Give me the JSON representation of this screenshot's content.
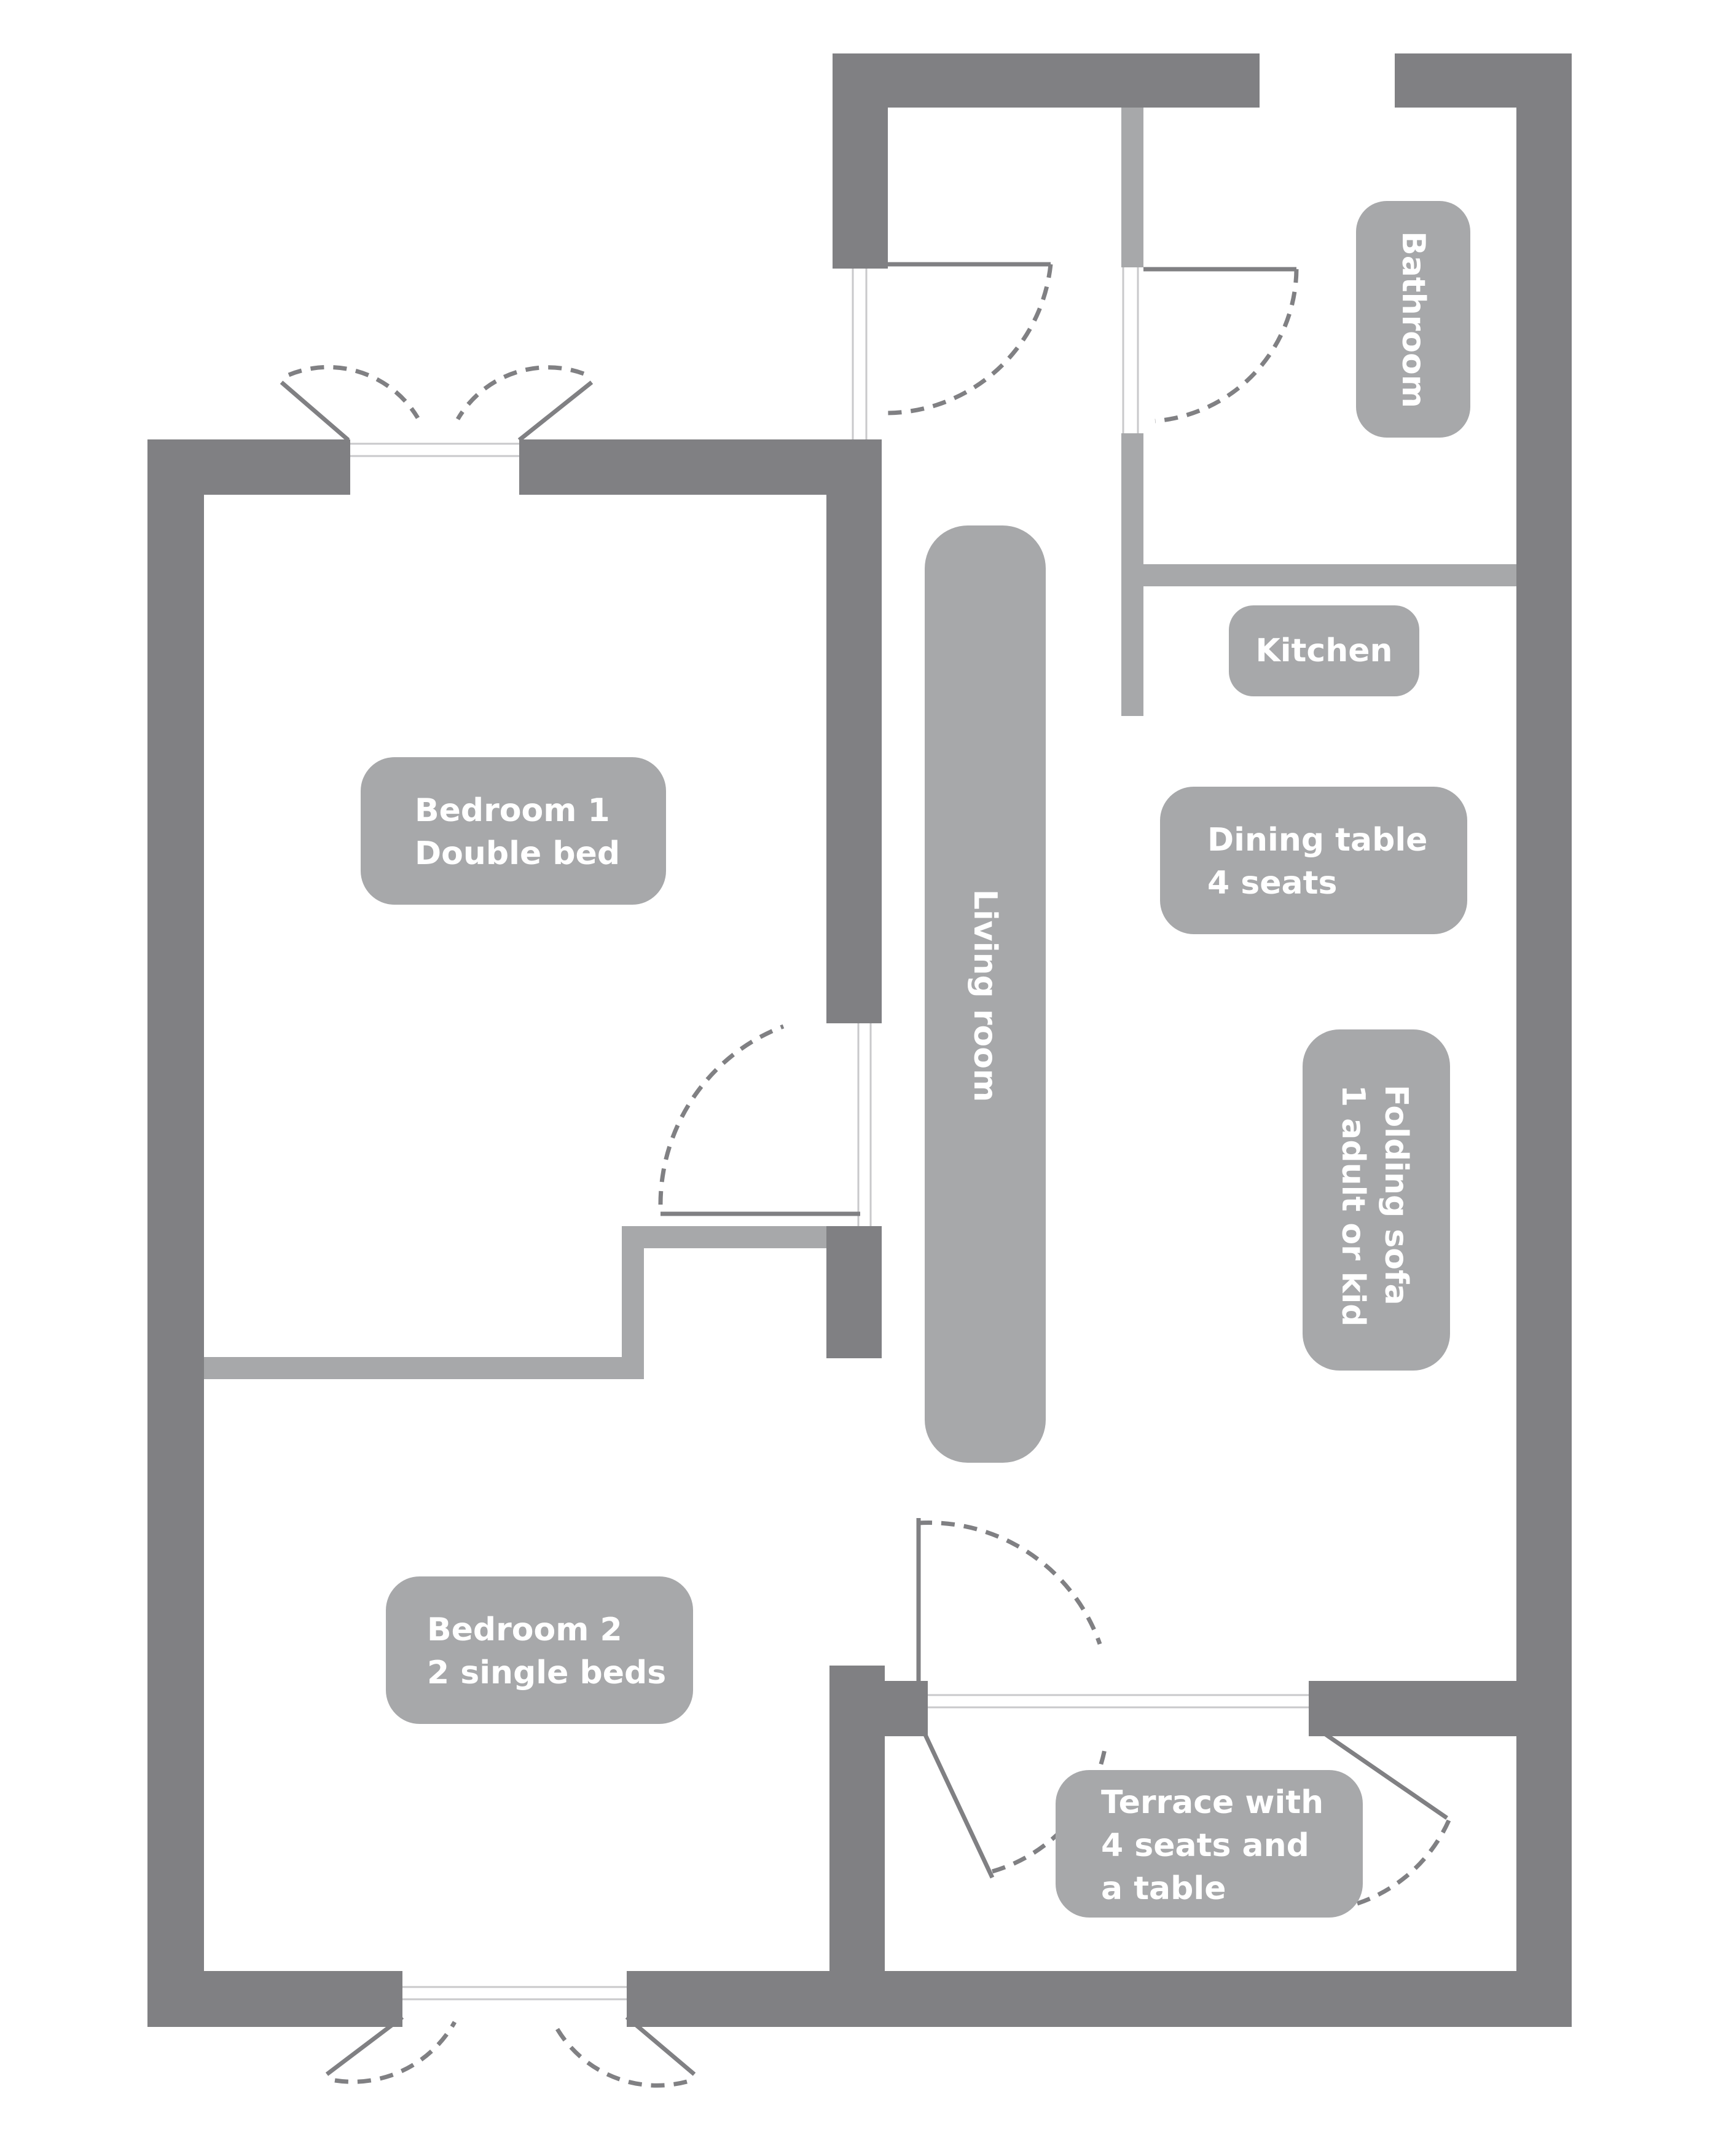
{
  "plan": {
    "rooms": {
      "bathroom": "Bathroom",
      "kitchen": "Kitchen",
      "bedroom1_line1": "Bedroom 1",
      "bedroom1_line2": "Double bed",
      "living_room": "Living room",
      "dining_line1": "Dining table",
      "dining_line2": "4 seats",
      "sofa_line1": "Folding sofa",
      "sofa_line2": "1 adult or kid",
      "bedroom2_line1": "Bedroom 2",
      "bedroom2_line2": "2 single beds",
      "terrace_line1": "Terrace with",
      "terrace_line2": "4 seats and",
      "terrace_line3": "a table"
    },
    "colors": {
      "wall": "#808083",
      "partition": "#a7a8aa",
      "label_background": "#a7a8aa",
      "label_text": "#ffffff",
      "background": "#ffffff"
    }
  }
}
